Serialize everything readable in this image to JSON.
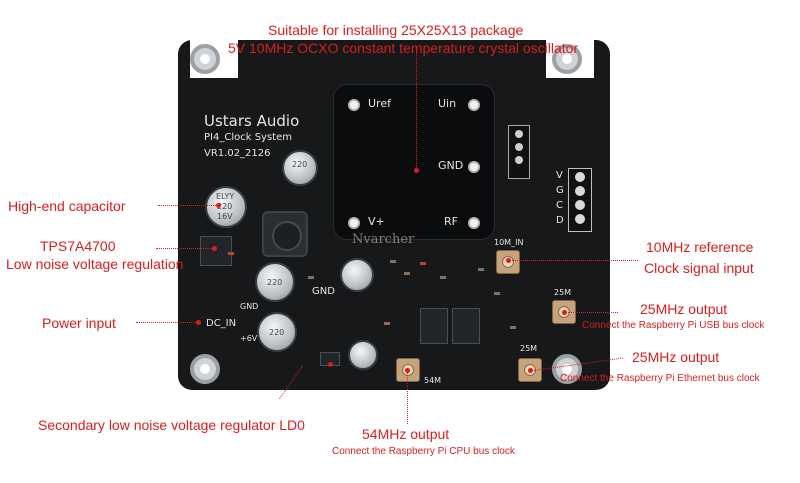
{
  "annotations": {
    "top_line1": "Suitable for installing 25X25X13 package",
    "top_line2": "5V 10MHz OCXO constant temperature crystal oscillator",
    "high_end_capacitor": "High-end capacitor",
    "tps_line1": "TPS7A4700",
    "tps_line2": "Low noise voltage regulation",
    "power_input": "Power input",
    "secondary_regulator": "Secondary low noise voltage regulator LD0",
    "ref10_line1": "10MHz reference",
    "ref10_line2": "Clock signal input",
    "out25_usb_title": "25MHz output",
    "out25_usb_sub": "Connect the Raspberry Pi USB bus clock",
    "out25_eth_title": "25MHz output",
    "out25_eth_sub": "Connect the Raspberry Pi Ethernet bus clock",
    "out54_title": "54MHz output",
    "out54_sub": "Connect the Raspberry Pi CPU bus clock"
  },
  "silkscreen": {
    "brand": "Ustars Audio",
    "product": "PI4_Clock System",
    "version": "VR1.02_2126",
    "uref": "Uref",
    "uin": "Uin",
    "gnd_ocxo": "GND",
    "vplus": "V+",
    "rf": "RF",
    "v": "V",
    "g": "G",
    "c": "C",
    "d": "D",
    "ten_m_in": "10M_IN",
    "m25_a": "25M",
    "m25_b": "25M",
    "m54": "54M",
    "gnd_board": "GND",
    "gnd_power": "GND",
    "dc_in": "DC_IN",
    "plus6v": "+6V",
    "cap_text": "220",
    "cap_volt": "16V",
    "cap_brand": "ELYY"
  },
  "watermark": "Nvarcher",
  "colors": {
    "annotation_red": "#d81e1e",
    "board_black": "#16181a",
    "silkscreen_white": "#e6e6e6"
  }
}
